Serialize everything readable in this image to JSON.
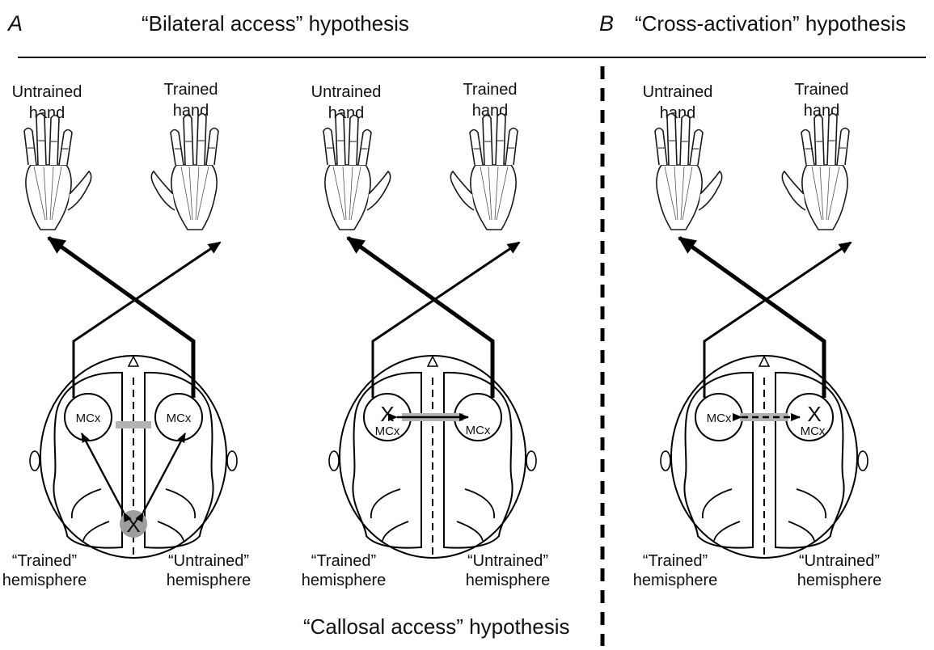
{
  "panel_a": {
    "letter": "A",
    "title": "“Bilateral access” hypothesis",
    "subtitle": "“Callosal access” hypothesis"
  },
  "panel_b": {
    "letter": "B",
    "title": "“Cross-activation” hypothesis"
  },
  "labels": {
    "untrained_hand": [
      "Untrained",
      "hand"
    ],
    "trained_hand": [
      "Trained",
      "hand"
    ],
    "trained_hemisphere": [
      "“Trained”",
      "hemisphere"
    ],
    "untrained_hemisphere": [
      "“Untrained”",
      "hemisphere"
    ],
    "motor_cortex": "MCx",
    "x_mark": "X"
  },
  "colors": {
    "ink": "#111111",
    "grey_block": "#b3b3b3",
    "grey_spot": "#9e9e9e",
    "divider": "#000000"
  },
  "diagrams": [
    {
      "id": "bilateral",
      "x_location": "midline-posterior",
      "callosal": "grey-block"
    },
    {
      "id": "callosal",
      "x_location": "left-mcx",
      "callosal": "double-arrow"
    },
    {
      "id": "cross",
      "x_location": "right-mcx",
      "callosal": "dashed-double-arrow"
    }
  ]
}
